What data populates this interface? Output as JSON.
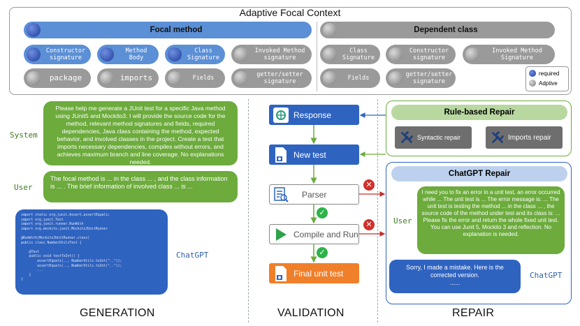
{
  "title": "Adaptive Focal Context",
  "focal": {
    "header": "Focal method",
    "items": [
      "Constructor\nsignature",
      "Method\nBody",
      "Class\nSignature",
      "Invoked Method\nsignature",
      "package",
      "imports",
      "Fields",
      "getter/setter\nsignature"
    ]
  },
  "dependent": {
    "header": "Dependent class",
    "items": [
      "Class\nSignature",
      "Constructor\nsignature",
      "Invoked Method\nSignature",
      "Fields",
      "getter/setter\nsignature"
    ]
  },
  "legend": {
    "required": "required",
    "adaptive": "Adptive"
  },
  "generation": {
    "system_role": "System",
    "system_msg": "Please help me generate a JUnit test for a specific Java method using JUnit5 and Mockito3. I will provide the source code for the method, relevant method signatures and fields, required dependencies, Java class containing the method, expected behavior, and involved classes in the project. Create a test that imports necessary dependencies, compiles without errors, and achieves maximum branch and line coverage. No explanations needed.",
    "user_role": "User",
    "user_msg": "The focal method is ... in the class ... , and the class information is ... . The brief information of involved class ... is ...",
    "chatgpt_role": "ChatGPT",
    "code": [
      "import static org.junit.Assert.assertEquals;",
      "import org.junit.Test",
      "import org.junit.runner.RunWith",
      "import org.mockito.junit.MockitoJUnitRunner",
      "",
      "@RunWith(MockitoJUnitRunner.class)",
      "public class NumberUtilsTest {",
      "",
      "    @Test",
      "    public void testToInt() {",
      "        assertEquals(.., NumberUtils.toInt(\"..\"));",
      "        assertEquals(.., NumberUtils.toInt(\"..\"));",
      "        ...",
      "    }",
      "}"
    ],
    "label": "GENERATION"
  },
  "validation": {
    "steps": [
      "Response",
      "New test",
      "Parser",
      "Compile and Run",
      "Final unit test"
    ],
    "label": "VALIDATION"
  },
  "repair": {
    "rule_header": "Rule-based Repair",
    "syntactic": "Syntactic repair",
    "imports": "Imports repair",
    "chatgpt_header": "ChatGPT Repair",
    "user_role": "User",
    "user_msg": "I need you to fix an error in a unit test, an error occurred while ... The unit test is ... The error message is: ... The unit test is testing the method ... in the class ... , the source code of the method under test and its class is: ... Please fix the error and return the whole fixed unit test. You can use Junit 5, Mockito 3 and reflection. No explanation is needed.",
    "chatgpt_role": "ChatGPT",
    "chatgpt_msg": "Sorry, I made a mistake. Here is the corrected version.\n......",
    "label": "REPAIR"
  },
  "colors": {
    "blue": "#5b8fd6",
    "gray": "#9a9a9a",
    "green": "#6cab3c",
    "orange": "#f07f2a",
    "darkblue": "#2f63c0"
  },
  "icons": [
    "openai-icon",
    "java-file-icon",
    "parser-icon",
    "play-icon",
    "wrench-icon",
    "check-icon",
    "cross-icon"
  ]
}
